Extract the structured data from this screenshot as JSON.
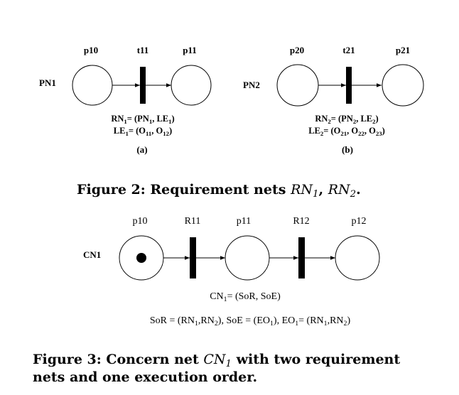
{
  "fig2": {
    "a": {
      "net": "PN1",
      "p_in": "p10",
      "t": "t11",
      "p_out": "p11",
      "formula1": {
        "pre": "RN",
        "s1": "1",
        "mid": "= (PN",
        "s2": "1",
        "mid2": ", LE",
        "s3": "1",
        "post": ")"
      },
      "formula2": {
        "pre": "LE",
        "s1": "1",
        "mid": "= (O",
        "s2": "11",
        "mid2": ", O",
        "s3": "12",
        "post": ")"
      },
      "panel": "(a)"
    },
    "b": {
      "net": "PN2",
      "p_in": "p20",
      "t": "t21",
      "p_out": "p21",
      "formula1": {
        "pre": "RN",
        "s1": "2",
        "mid": "= (PN",
        "s2": "2",
        "mid2": ", LE",
        "s3": "2",
        "post": ")"
      },
      "formula2": {
        "pre": "LE",
        "s1": "2",
        "mid": "= (O",
        "s2": "21",
        "mid2": ", O",
        "s3": "22",
        "mid3": ", O",
        "s4": "23",
        "post": ")"
      },
      "panel": "(b)"
    },
    "caption": {
      "prefix": "Figure 2:  Requirement nets ",
      "rn": "RN",
      "s1": "1",
      "comma": ", ",
      "s2": "2",
      "end": "."
    }
  },
  "fig3": {
    "net": "CN1",
    "places": [
      "p10",
      "p11",
      "p12"
    ],
    "transitions": [
      "R11",
      "R12"
    ],
    "formula1": {
      "pre": "CN",
      "s1": "1",
      "post": "= (SoR, SoE)"
    },
    "formula2": {
      "a": "SoR = (RN",
      "s1": "1",
      "b": ",RN",
      "s2": "2",
      "c": "), SoE = (EO",
      "s3": "1",
      "d": "), EO",
      "s4": "1",
      "e": "= (RN",
      "s5": "1",
      "f": ",RN",
      "s6": "2",
      "g": ")"
    },
    "caption": {
      "line1_prefix": "Figure 3:  Concern net ",
      "cn": "CN",
      "s1": "1",
      "line1_suffix": " with two requirement",
      "line2": "nets and one execution order."
    }
  }
}
